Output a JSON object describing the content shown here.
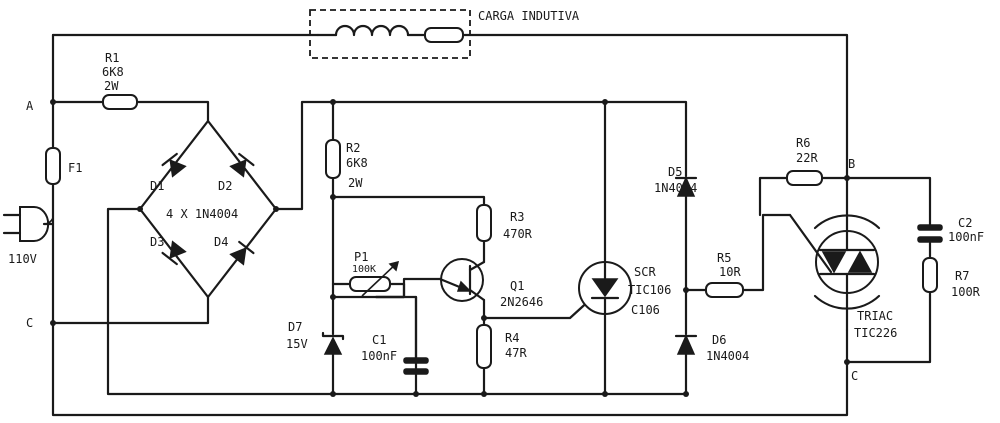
{
  "load": {
    "label": "CARGA INDUTIVA"
  },
  "nodes": {
    "a": "A",
    "b": "B",
    "c_left": "C",
    "c_right": "C"
  },
  "mains": {
    "voltage": "110V"
  },
  "fuse": {
    "ref": "F1"
  },
  "r1": {
    "ref": "R1",
    "value": "6K8",
    "power": "2W"
  },
  "bridge": {
    "d1": "D1",
    "d2": "D2",
    "d3": "D3",
    "d4": "D4",
    "label": "4 X 1N4004"
  },
  "r2": {
    "ref": "R2",
    "value": "6K8",
    "power": "2W"
  },
  "p1": {
    "ref": "P1",
    "value": "100K"
  },
  "q1": {
    "ref": "Q1",
    "part": "2N2646"
  },
  "r3": {
    "ref": "R3",
    "value": "470R"
  },
  "r4": {
    "ref": "R4",
    "value": "47R"
  },
  "d7": {
    "ref": "D7",
    "value": "15V"
  },
  "c1": {
    "ref": "C1",
    "value": "100nF"
  },
  "scr": {
    "ref": "SCR",
    "part1": "TIC106",
    "part2": "C106"
  },
  "d5": {
    "ref": "D5",
    "part": "1N4004"
  },
  "d6": {
    "ref": "D6",
    "part": "1N4004"
  },
  "r5": {
    "ref": "R5",
    "value": "10R"
  },
  "r6": {
    "ref": "R6",
    "value": "22R"
  },
  "triac": {
    "ref": "TRIAC",
    "part": "TIC226"
  },
  "c2": {
    "ref": "C2",
    "value": "100nF"
  },
  "r7": {
    "ref": "R7",
    "value": "100R"
  }
}
